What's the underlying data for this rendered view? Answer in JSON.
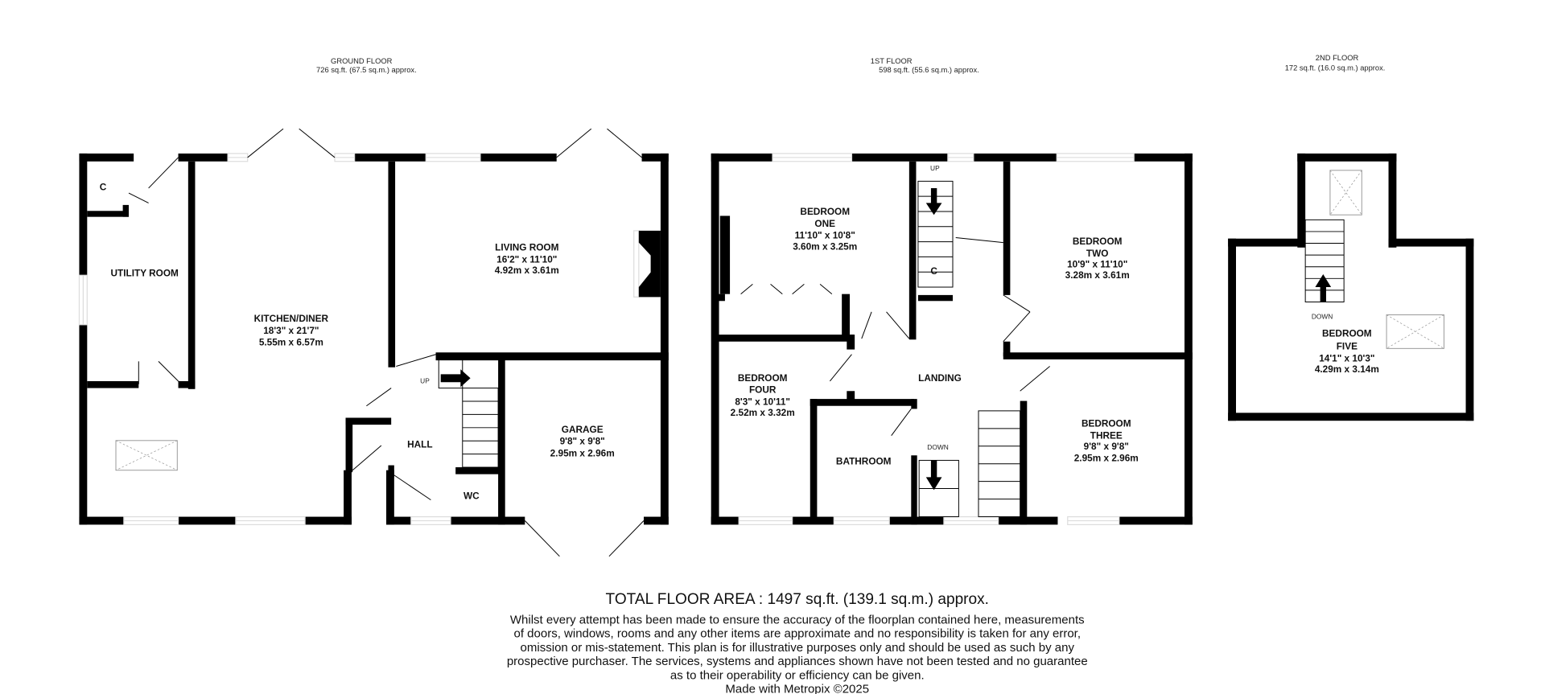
{
  "floors": {
    "ground": {
      "title": "GROUND FLOOR",
      "area": "726 sq.ft. (67.5 sq.m.) approx."
    },
    "first": {
      "title": "1ST FLOOR",
      "area": "598 sq.ft. (55.6 sq.m.) approx."
    },
    "second": {
      "title": "2ND FLOOR",
      "area": "172 sq.ft. (16.0 sq.m.) approx."
    }
  },
  "rooms": {
    "closet_ground": "C",
    "utility": "UTILITY ROOM",
    "kitchen": [
      "KITCHEN/DINER",
      "18'3\"  x 21'7\"",
      "5.55m  x 6.57m"
    ],
    "living": [
      "LIVING ROOM",
      "16'2\"  x 11'10\"",
      "4.92m  x 3.61m"
    ],
    "hall": "HALL",
    "wc": "WC",
    "garage": [
      "GARAGE",
      "9'8\"  x 9'8\"",
      "2.95m  x 2.96m"
    ],
    "bedroom_one": [
      "BEDROOM",
      "ONE",
      "11'10\"  x 10'8\"",
      "3.60m  x 3.25m"
    ],
    "closet_first": "C",
    "bedroom_two": [
      "BEDROOM",
      "TWO",
      "10'9\"  x 11'10\"",
      "3.28m  x 3.61m"
    ],
    "landing": "LANDING",
    "bedroom_four": [
      "BEDROOM",
      "FOUR",
      "8'3\"  x 10'11\"",
      "2.52m  x 3.32m"
    ],
    "bathroom": "BATHROOM",
    "bedroom_three": [
      "BEDROOM",
      "THREE",
      "9'8\"  x 9'8\"",
      "2.95m  x 2.96m"
    ],
    "bedroom_five": [
      "BEDROOM",
      "FIVE",
      "14'1\"  x 10'3\"",
      "4.29m  x 3.14m"
    ]
  },
  "stairs": {
    "ground_up": "UP",
    "first_up": "UP",
    "first_down": "DOWN",
    "second_down": "DOWN"
  },
  "footer": {
    "total": "TOTAL FLOOR AREA : 1497 sq.ft. (139.1 sq.m.) approx.",
    "disclaimer": [
      "Whilst every attempt has been made to ensure the accuracy of the floorplan contained here, measurements",
      "of doors, windows, rooms and any other items are approximate and no responsibility is taken for any error,",
      "omission or mis-statement. This plan is for illustrative purposes only and should be used as such by any",
      "prospective purchaser. The services, systems and appliances shown have not been tested and no guarantee",
      "as to their operability or efficiency can be given."
    ],
    "credit": "Made with Metropix ©2025"
  },
  "colors": {
    "wall": "#000000",
    "window": "#dddddd"
  }
}
